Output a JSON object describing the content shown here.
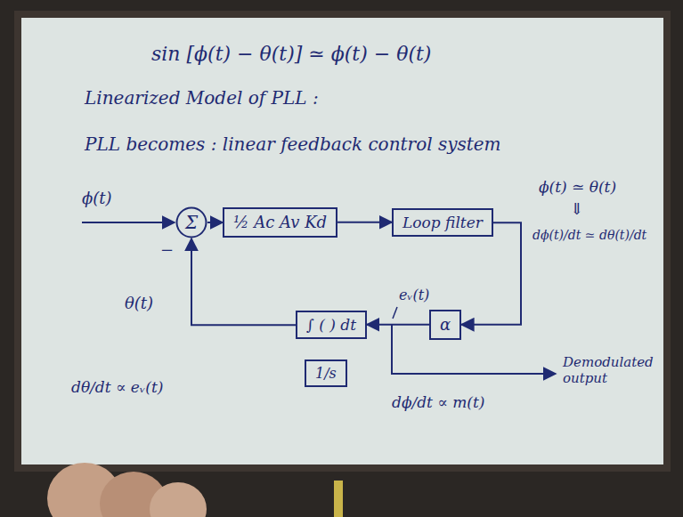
{
  "diagram": {
    "title": "Linearized Model of PLL :",
    "nodes": [
      {
        "text": [
          "Σ"
        ]
      },
      {
        "text": [
          "½ Ac Av Kd"
        ]
      },
      {
        "text": [
          "Loop filter"
        ]
      },
      {
        "text": [
          "α"
        ]
      },
      {
        "text": [
          "∫ ( ) dt"
        ]
      },
      {
        "text": [
          "1/s"
        ]
      }
    ],
    "edges": [
      {
        "from": 0,
        "to": 1,
        "arrow": "to"
      },
      {
        "from": 1,
        "to": 2,
        "arrow": "to"
      },
      {
        "from": 2,
        "to": 3,
        "arrow": "to"
      },
      {
        "from": 3,
        "to": 4,
        "arrow": "to"
      },
      {
        "from": 4,
        "to": 0,
        "arrow": "to"
      }
    ],
    "labels": [
      "sin [ϕ(t) − θ(t)] ≃ ϕ(t) − θ(t)",
      "PLL becomes : linear feedback control system",
      "ϕ(t)",
      "−",
      "θ(t)",
      "eᵥ(t)",
      "ϕ(t) ≃ θ(t)",
      "⇓",
      "dϕ(t)/dt ≃ dθ(t)/dt",
      "Demodulated output",
      "dϕ/dt ∝ m(t)",
      "dθ/dt ∝ eᵥ(t)"
    ]
  }
}
